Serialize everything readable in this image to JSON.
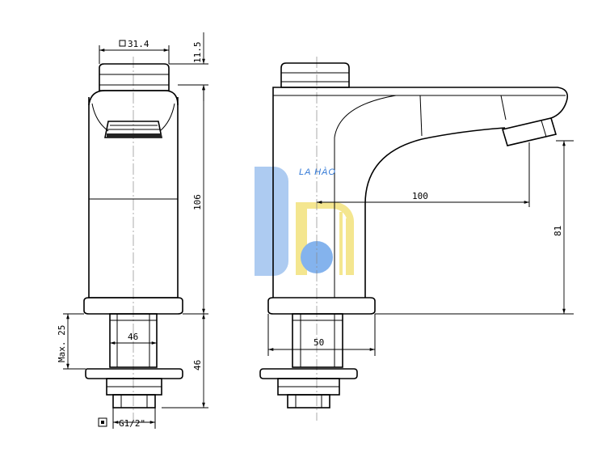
{
  "drawing": {
    "front_view": {
      "top_width": "31.4",
      "cap_height": "11.5",
      "body_height": "106",
      "thread_length": "46",
      "thread_width": "46",
      "max_thread": "Max. 25",
      "thread_spec": "G1/2\""
    },
    "side_view": {
      "spout_reach": "100",
      "spout_height": "81",
      "base_width": "50"
    }
  },
  "watermark": {
    "brand_text": "LA HÀO",
    "colors": {
      "blue": "#4a90e2",
      "yellow": "#f5e06a"
    }
  }
}
